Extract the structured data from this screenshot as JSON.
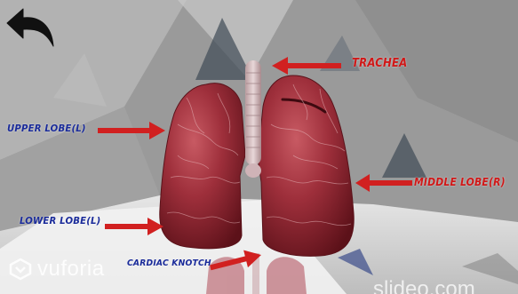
{
  "labels": {
    "trachea": "TRACHEA",
    "upper_lobe": "UPPER LOBE(L)",
    "middle_lobe": "MIDDLE LOBE(R)",
    "lower_lobe": "LOWER LOBE(L)",
    "cardiac_notch": "CARDIAC KNOTCH"
  },
  "branding": {
    "vuforia": "vuforia",
    "watermark": "slideo.com"
  },
  "icons": {
    "back": "back-arrow-icon",
    "vuforia": "vuforia-logo-icon"
  },
  "colors": {
    "label_red": "#d01818",
    "label_blue": "#1a2b9a",
    "arrow_red": "#d12020",
    "lung": "#9a2f3a"
  }
}
